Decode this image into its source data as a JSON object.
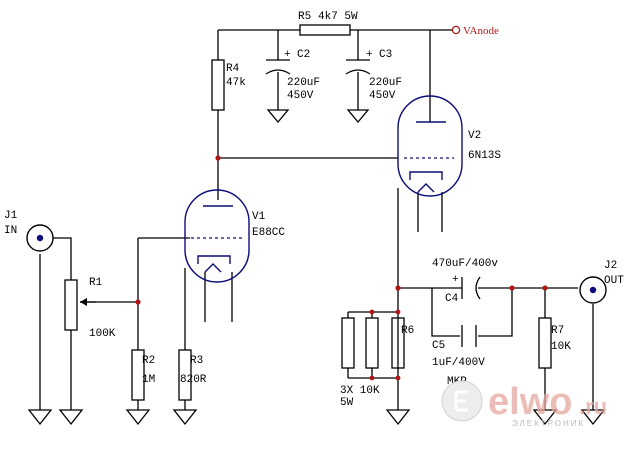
{
  "components": {
    "r5": {
      "ref": "R5",
      "value": "4k7 5W"
    },
    "vanode": {
      "label": "VAnode"
    },
    "c2": {
      "ref": "C2",
      "polarity": "+",
      "value1": "220uF",
      "value2": "450V"
    },
    "c3": {
      "ref": "C3",
      "polarity": "+",
      "value1": "220uF",
      "value2": "450V"
    },
    "r4": {
      "ref": "R4",
      "value": "47k"
    },
    "v2": {
      "ref": "V2",
      "type": "6N13S"
    },
    "v1": {
      "ref": "V1",
      "type": "E88CC"
    },
    "j1": {
      "ref": "J1",
      "label": "IN"
    },
    "r1": {
      "ref": "R1",
      "value": "100K"
    },
    "r2": {
      "ref": "R2",
      "value": "1M"
    },
    "r3": {
      "ref": "R3",
      "value": "820R"
    },
    "c4": {
      "ref": "C4",
      "polarity": "+",
      "value": "470uF/400v"
    },
    "c5": {
      "ref": "C5",
      "value": "1uF/400V",
      "note": "MKP"
    },
    "r6": {
      "ref": "R6",
      "value1": "3X 10K",
      "value2": "5W"
    },
    "r7": {
      "ref": "R7",
      "value": "10K"
    },
    "j2": {
      "ref": "J2",
      "label": "OUT"
    }
  },
  "watermark": {
    "brand": "elwo",
    "tld": ".ru",
    "tagline": "ЭЛЕКТРОНИК"
  },
  "colors": {
    "wire": "#000000",
    "net": "#b01818",
    "tube": "#0c0c78",
    "watermark": "#e6a6a0"
  }
}
